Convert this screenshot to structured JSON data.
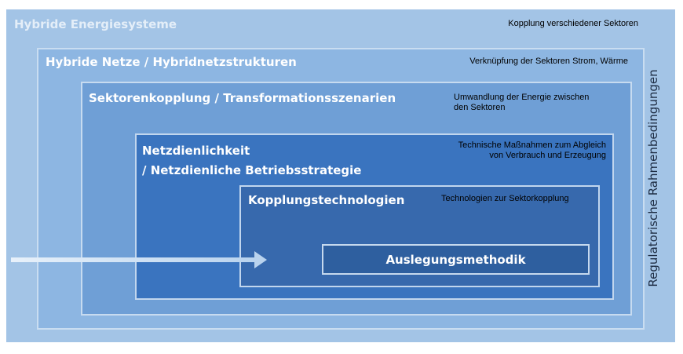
{
  "layers": [
    {
      "title": "Hybride Energiesysteme",
      "description": "Kopplung verschiedener Sektoren"
    },
    {
      "title": "Hybride Netze / Hybridnetzstrukturen",
      "description": "Verknüpfung der Sektoren Strom, Wärme"
    },
    {
      "title": "Sektorenkopplung / Transformationsszenarien",
      "description_lines": [
        "Umwandlung der Energie zwischen",
        "den Sektoren"
      ]
    },
    {
      "title_lines": [
        "Netzdienlichkeit",
        "/ Netzdienliche Betriebsstrategie"
      ],
      "description_lines": [
        "Technische Maßnahmen  zum Abgleich",
        "von Verbrauch und Erzeugung"
      ]
    },
    {
      "title": "Kopplungstechnologien",
      "description": "Technologien zur Sektorkopplung"
    },
    {
      "title": "Auslegungsmethodik"
    }
  ],
  "side_label": "Regulatorische Rahmenbedingungen",
  "colors": {
    "outer": "#a3c4e6",
    "layer2": "#8db6e2",
    "layer3": "#6f9fd6",
    "layer4": "#3a74bf",
    "layer5": "#3769ad",
    "core": "#2e5f9f",
    "arrow": "#cfe1f4"
  }
}
